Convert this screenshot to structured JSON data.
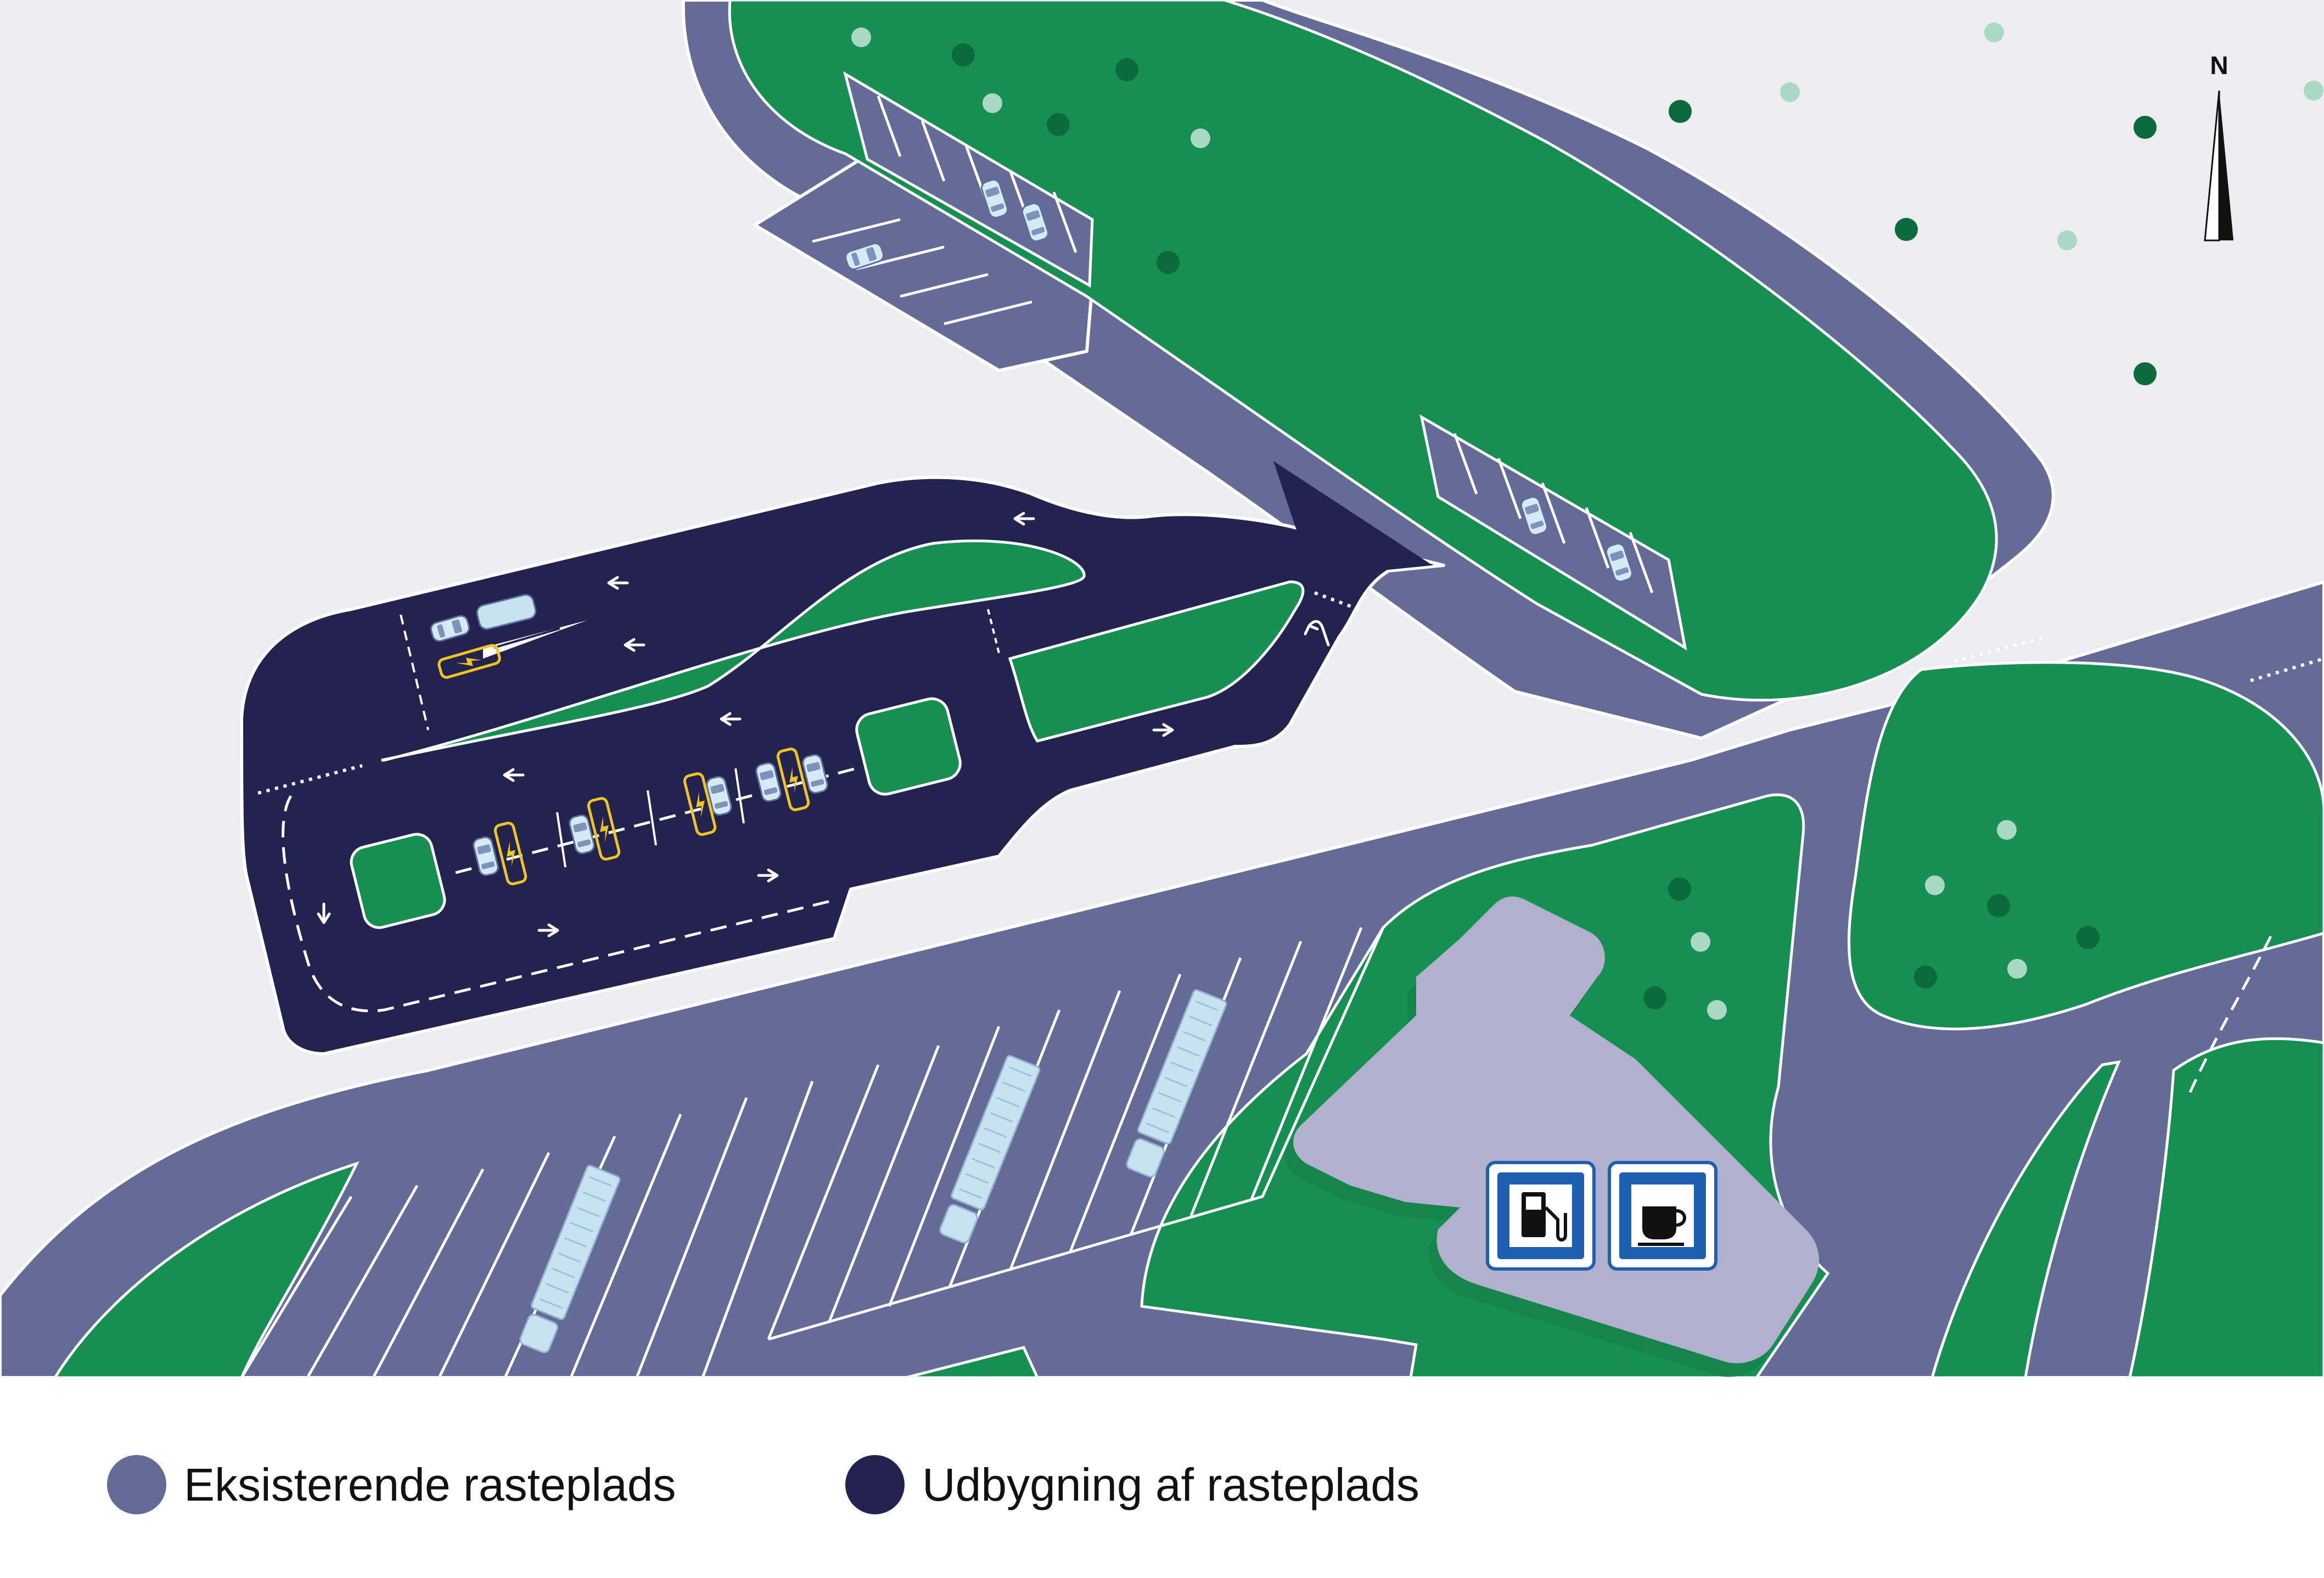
{
  "map": {
    "north_label": "N",
    "colors": {
      "background": "#ECECF1",
      "existing": "#636B96",
      "extension": "#22234E",
      "green": "#178F52",
      "building": "#B1B1CD",
      "charger": "#F2C51E",
      "vehicle": "#C9E2F2",
      "tree_dark": "#0B6B3C",
      "tree_light": "#A9D9C4"
    },
    "icons": [
      {
        "name": "fuel-station-sign-icon",
        "meaning": "fuel station"
      },
      {
        "name": "cafe-sign-icon",
        "meaning": "cafe"
      }
    ]
  },
  "legend": [
    {
      "label": "Eksisterende rasteplads",
      "color": "#636B96"
    },
    {
      "label": "Udbygning af rasteplads",
      "color": "#22234E"
    }
  ]
}
